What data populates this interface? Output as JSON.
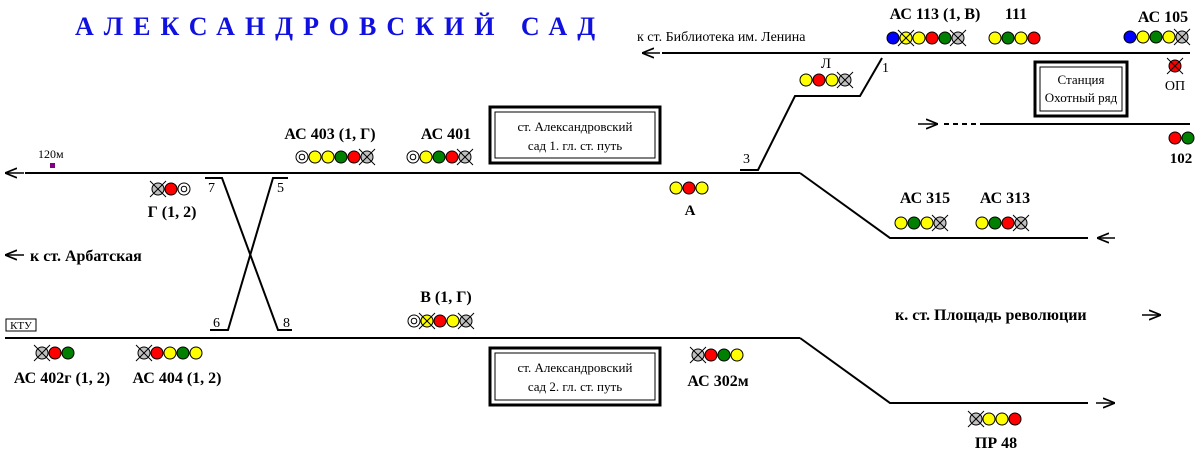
{
  "title": "АЛЕКСАНДРОВСКИЙ САД",
  "colors": {
    "title": "#1010e0",
    "track": "#000000",
    "lamp_yellow": "#ffff00",
    "lamp_red": "#ff0000",
    "lamp_green": "#008000",
    "lamp_blue": "#0000ff",
    "lamp_grey": "#c0c0c0",
    "marker": "#800080"
  },
  "directions": {
    "to_biblioteka": "к ст. Библиотека им. Ленина",
    "to_arbatskaya": "к ст. Арбатская",
    "to_ploshchad": "к. ст. Площадь революции"
  },
  "boxes": {
    "track1": [
      "ст. Александровский",
      "сад 1. гл. ст. путь"
    ],
    "track2": [
      "ст. Александровский",
      "сад 2. гл. ст. путь"
    ],
    "okhotny": [
      "Станция",
      "Охотный ряд"
    ]
  },
  "marks": {
    "m120": "120м",
    "ktu": "КТУ"
  },
  "switches": {
    "s1": "1",
    "s3": "3",
    "s5": "5",
    "s6": "6",
    "s7": "7",
    "s8": "8"
  },
  "signals": [
    {
      "id": "as113",
      "label": "АС 113 (1, В)",
      "lamps": [
        "blue",
        "yellow-x",
        "yellow",
        "red",
        "green",
        "grey-x"
      ]
    },
    {
      "id": "s111",
      "label": "111",
      "lamps": [
        "yellow",
        "green",
        "yellow",
        "red"
      ]
    },
    {
      "id": "as105",
      "label": "АС 105",
      "lamps": [
        "blue",
        "yellow",
        "green",
        "yellow",
        "grey-x"
      ]
    },
    {
      "id": "l",
      "label": "Л",
      "lamps": [
        "yellow",
        "red",
        "yellow",
        "grey-x"
      ]
    },
    {
      "id": "op",
      "label": "ОП",
      "lamps": [
        "red-x"
      ]
    },
    {
      "id": "s102",
      "label": "102",
      "lamps": [
        "red",
        "green"
      ]
    },
    {
      "id": "as403",
      "label": "АС 403 (1, Г)",
      "lamps": [
        "ring",
        "yellow",
        "yellow",
        "green",
        "red",
        "grey-x"
      ]
    },
    {
      "id": "as401",
      "label": "АС 401",
      "lamps": [
        "ring",
        "yellow",
        "green",
        "red",
        "grey-x"
      ]
    },
    {
      "id": "g",
      "label": "Г (1, 2)",
      "lamps": [
        "grey-x",
        "red",
        "ring"
      ]
    },
    {
      "id": "a",
      "label": "А",
      "lamps": [
        "yellow",
        "red",
        "yellow"
      ]
    },
    {
      "id": "as315",
      "label": "АС 315",
      "lamps": [
        "yellow",
        "green",
        "yellow",
        "grey-x"
      ]
    },
    {
      "id": "as313",
      "label": "АС 313",
      "lamps": [
        "yellow",
        "green",
        "red",
        "grey-x"
      ]
    },
    {
      "id": "v",
      "label": "В (1, Г)",
      "lamps": [
        "ring",
        "yellow-x",
        "red",
        "yellow",
        "grey-x"
      ]
    },
    {
      "id": "as402g",
      "label": "АС 402г (1, 2)",
      "lamps": [
        "grey-x",
        "red",
        "green"
      ]
    },
    {
      "id": "as404",
      "label": "АС 404 (1, 2)",
      "lamps": [
        "grey-x",
        "red",
        "yellow",
        "green",
        "yellow"
      ]
    },
    {
      "id": "as302m",
      "label": "АС 302м",
      "lamps": [
        "grey-x",
        "red",
        "green",
        "yellow"
      ]
    },
    {
      "id": "pr48",
      "label": "ПР 48",
      "lamps": [
        "grey-x",
        "yellow",
        "yellow",
        "red"
      ]
    }
  ]
}
